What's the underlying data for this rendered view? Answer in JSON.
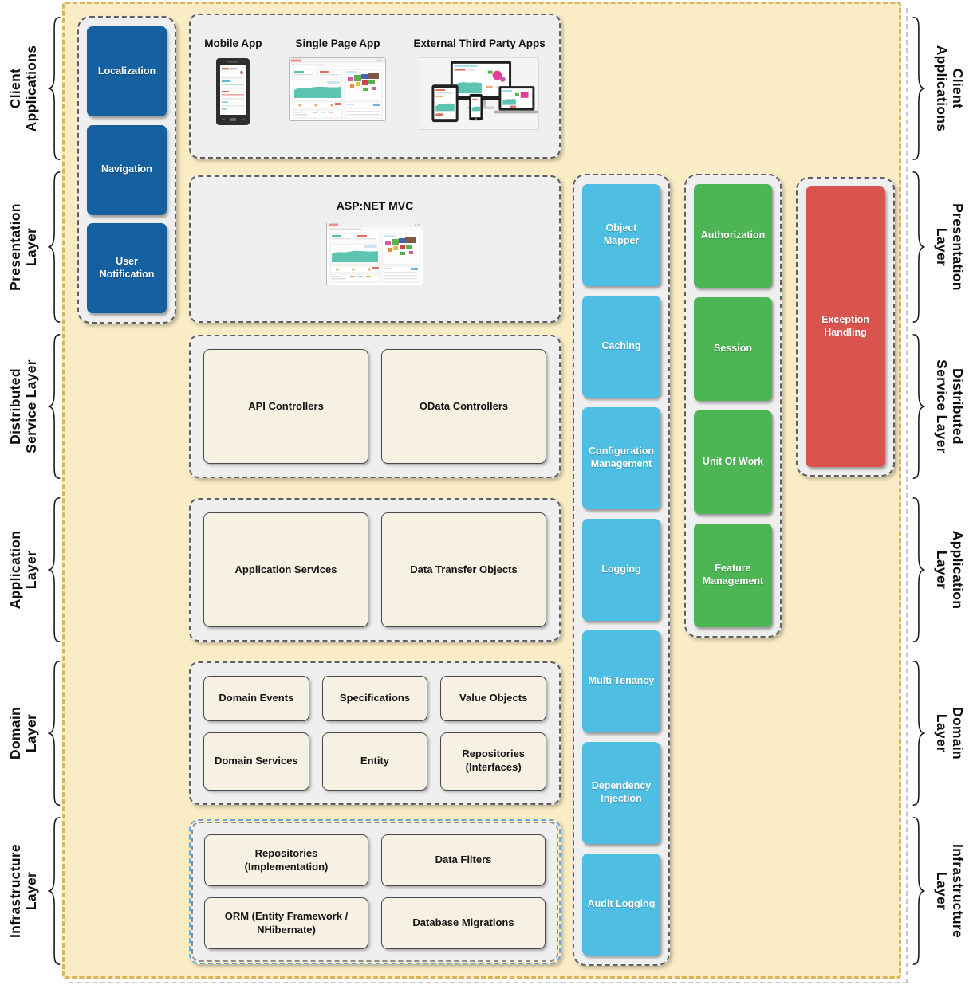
{
  "colors": {
    "c-board": "#FAEDC6",
    "c-board-border": "#D9B45C",
    "c-panel": "#EFEFEF",
    "c-panel-border": "#5F5F5F",
    "c-blue": "#15609F",
    "c-cyan": "#4FBEE3",
    "c-green": "#4DB553",
    "c-red": "#D9534F",
    "c-cream": "#F6F1E2",
    "c-infra-border": "#64A7E0"
  },
  "side_labels": [
    {
      "line1": "Client",
      "line2": "Applications"
    },
    {
      "line1": "Presentation",
      "line2": "Layer"
    },
    {
      "line1": "Distributed",
      "line2": "Service Layer"
    },
    {
      "line1": "Application",
      "line2": "Layer"
    },
    {
      "line1": "Domain",
      "line2": "Layer"
    },
    {
      "line1": "Infrastructure",
      "line2": "Layer"
    }
  ],
  "blue_stack": {
    "items": [
      "Localization",
      "Navigation",
      "User Notification"
    ]
  },
  "client_apps": {
    "items": [
      "Mobile App",
      "Single Page App",
      "External Third Party Apps"
    ]
  },
  "presentation": {
    "title": "ASP:NET MVC"
  },
  "distributed": {
    "items": [
      "API Controllers",
      "OData Controllers"
    ]
  },
  "application": {
    "items": [
      "Application Services",
      "Data Transfer Objects"
    ]
  },
  "domain": {
    "items": [
      "Domain Events",
      "Specifications",
      "Value Objects",
      "Domain Services",
      "Entity",
      "Repositories (Interfaces)"
    ]
  },
  "infrastructure": {
    "items": [
      "Repositories (Implementation)",
      "Data Filters",
      "ORM (Entity Framework / NHibernate)",
      "Database Migrations"
    ]
  },
  "cross_cutting": {
    "items": [
      "Object Mapper",
      "Caching",
      "Configuration Management",
      "Logging",
      "Multi Tenancy",
      "Dependency Injection",
      "Audit Logging"
    ]
  },
  "security": {
    "items": [
      "Authorization",
      "Session",
      "Unit Of Work",
      "Feature Management"
    ]
  },
  "exception": {
    "label": "Exception Handling"
  }
}
